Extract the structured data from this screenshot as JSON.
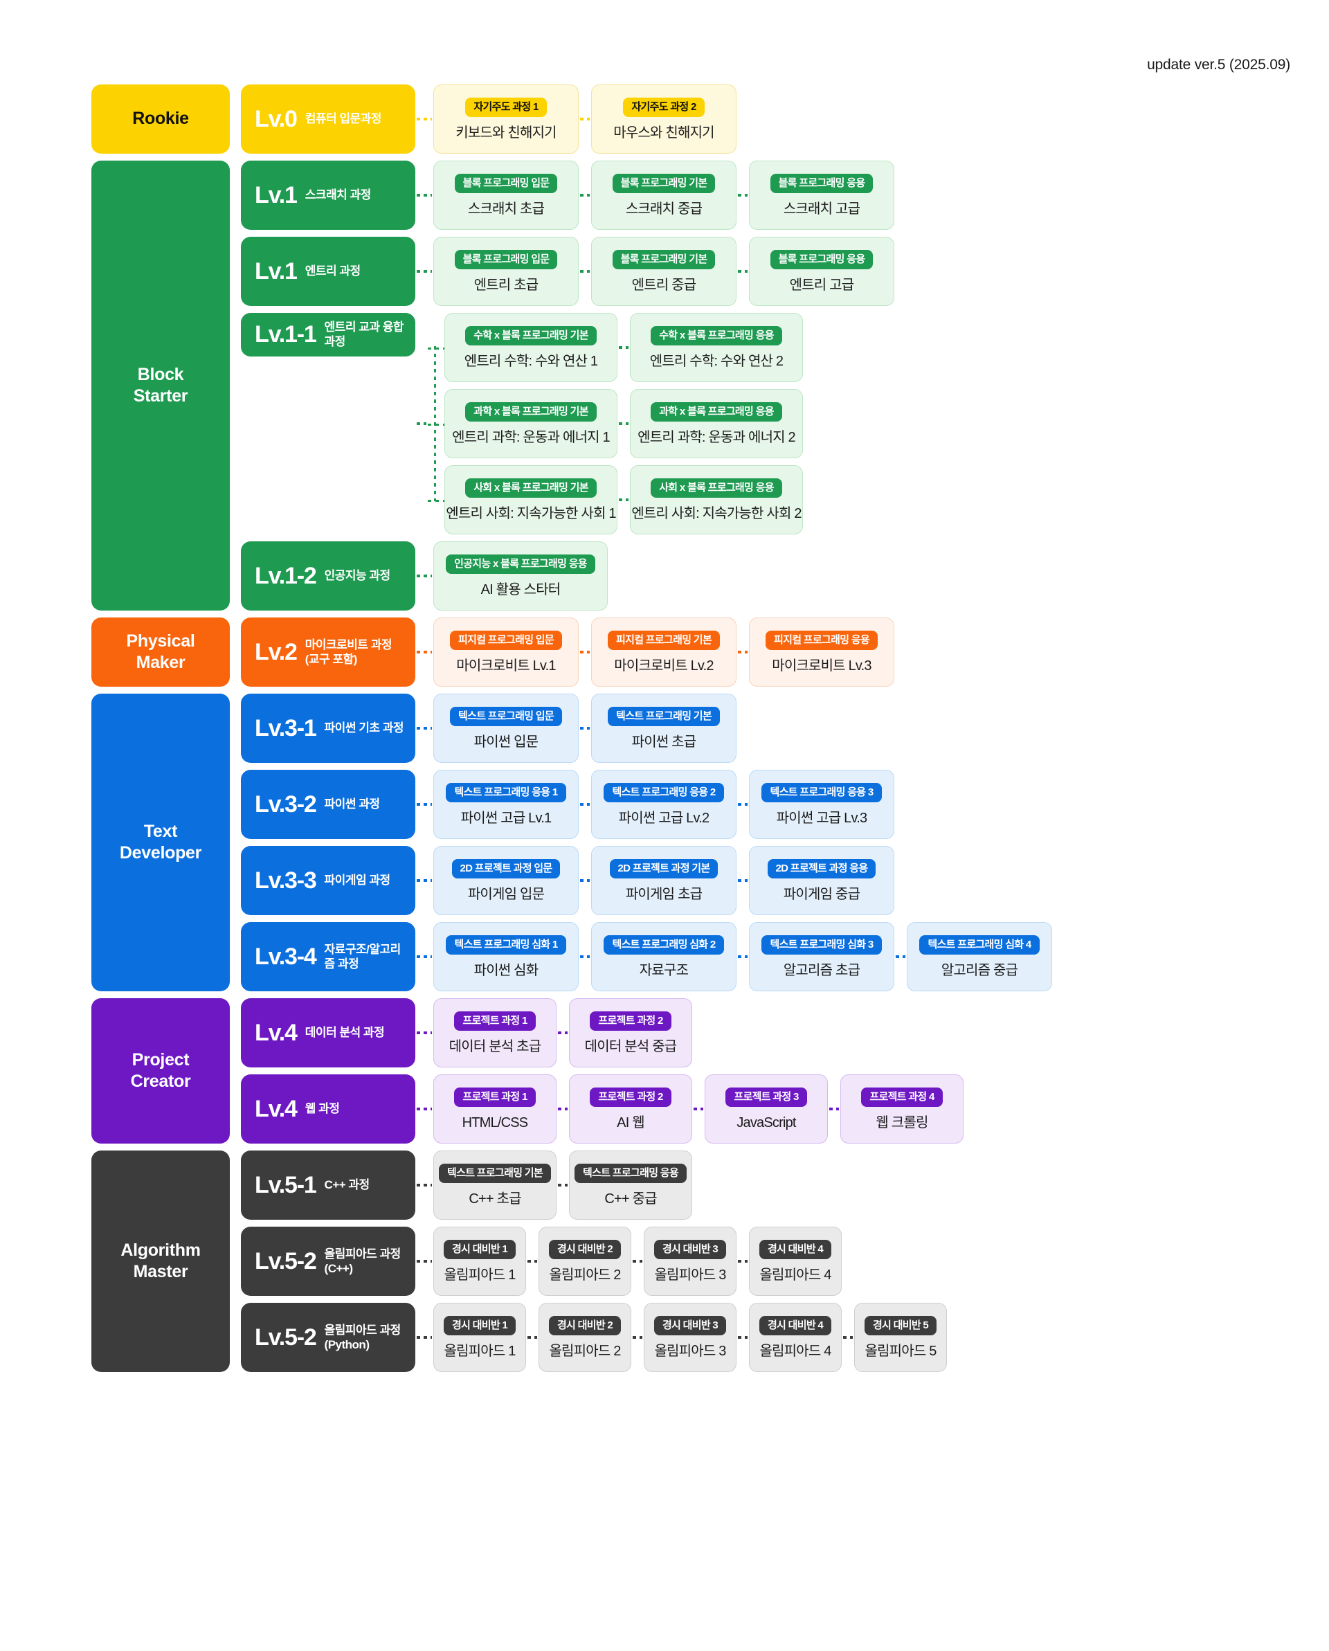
{
  "header": {
    "update_note": "update ver.5 (2025.09)"
  },
  "colors": {
    "rookie": "#FCD200",
    "rookie_soft_bg": "#FEF8DC",
    "rookie_soft_border": "#F7E39A",
    "block": "#1E9A51",
    "block_soft_bg": "#E6F6E9",
    "block_soft_border": "#BEE6C6",
    "physical": "#F8650C",
    "physical_soft_bg": "#FEF2EB",
    "physical_soft_border": "#FAD4BC",
    "text_dev": "#0B6FDE",
    "text_dev_soft_bg": "#E3F0FC",
    "text_dev_soft_border": "#BCD9F6",
    "project": "#6E18C4",
    "project_soft_bg": "#F1E6FA",
    "project_soft_border": "#D6BBF0",
    "algo": "#3C3C3C",
    "algo_soft_bg": "#EAEAEA",
    "algo_soft_border": "#CFCFCF"
  },
  "tracks": [
    {
      "id": "rookie",
      "category": "Rookie",
      "theme": "rookie",
      "rows": [
        {
          "level": "Lv.0",
          "name": "컴퓨터 입문과정",
          "card_width": "w-wide",
          "cards": [
            {
              "badge": "자기주도 과정 1",
              "title": "키보드와 친해지기"
            },
            {
              "badge": "자기주도 과정 2",
              "title": "마우스와 친해지기"
            }
          ]
        }
      ]
    },
    {
      "id": "block-starter",
      "category": "Block\nStarter",
      "theme": "block",
      "rows": [
        {
          "level": "Lv.1",
          "name": "스크래치 과정",
          "card_width": "w-wide",
          "cards": [
            {
              "badge": "블록 프로그래밍 입문",
              "title": "스크래치 초급"
            },
            {
              "badge": "블록 프로그래밍 기본",
              "title": "스크래치 중급"
            },
            {
              "badge": "블록 프로그래밍 응용",
              "title": "스크래치 고급"
            }
          ]
        },
        {
          "level": "Lv.1",
          "name": "엔트리 과정",
          "card_width": "w-wide",
          "cards": [
            {
              "badge": "블록 프로그래밍 입문",
              "title": "엔트리 초급"
            },
            {
              "badge": "블록 프로그래밍 기본",
              "title": "엔트리 중급"
            },
            {
              "badge": "블록 프로그래밍 응용",
              "title": "엔트리 고급"
            }
          ]
        },
        {
          "level": "Lv.1-1",
          "name": "엔트리 교과 융합 과정",
          "grouped": true,
          "groups": [
            {
              "cards": [
                {
                  "badge": "수학 x 블록 프로그래밍 기본",
                  "title": "엔트리 수학: 수와 연산 1"
                },
                {
                  "badge": "수학 x 블록 프로그래밍 응용",
                  "title": "엔트리 수학: 수와 연산 2"
                }
              ]
            },
            {
              "cards": [
                {
                  "badge": "과학 x 블록 프로그래밍 기본",
                  "title": "엔트리 과학: 운동과 에너지 1"
                },
                {
                  "badge": "과학 x 블록 프로그래밍 응용",
                  "title": "엔트리 과학: 운동과 에너지 2"
                }
              ]
            },
            {
              "cards": [
                {
                  "badge": "사회 x 블록 프로그래밍 기본",
                  "title": "엔트리 사회: 지속가능한 사회 1"
                },
                {
                  "badge": "사회 x 블록 프로그래밍 응용",
                  "title": "엔트리 사회: 지속가능한 사회 2"
                }
              ]
            }
          ]
        },
        {
          "level": "Lv.1-2",
          "name": "인공지능 과정",
          "card_width": "w-ai",
          "cards": [
            {
              "badge": "인공지능 x 블록 프로그래밍 응용",
              "title": "AI 활용 스타터"
            }
          ]
        }
      ]
    },
    {
      "id": "physical-maker",
      "category": "Physical\nMaker",
      "theme": "physical",
      "rows": [
        {
          "level": "Lv.2",
          "name": "마이크로비트 과정\n(교구 포함)",
          "card_width": "w-wide",
          "cards": [
            {
              "badge": "피지컬 프로그래밍 입문",
              "title": "마이크로비트 Lv.1"
            },
            {
              "badge": "피지컬 프로그래밍 기본",
              "title": "마이크로비트 Lv.2"
            },
            {
              "badge": "피지컬 프로그래밍 응용",
              "title": "마이크로비트 Lv.3"
            }
          ]
        }
      ]
    },
    {
      "id": "text-developer",
      "category": "Text\nDeveloper",
      "theme": "text_dev",
      "rows": [
        {
          "level": "Lv.3-1",
          "name": "파이썬 기초 과정",
          "card_width": "w-wide",
          "cards": [
            {
              "badge": "텍스트 프로그래밍 입문",
              "title": "파이썬 입문"
            },
            {
              "badge": "텍스트 프로그래밍 기본",
              "title": "파이썬 초급"
            }
          ]
        },
        {
          "level": "Lv.3-2",
          "name": "파이썬 과정",
          "card_width": "w-wide",
          "cards": [
            {
              "badge": "텍스트 프로그래밍 응용 1",
              "title": "파이썬 고급 Lv.1"
            },
            {
              "badge": "텍스트 프로그래밍 응용 2",
              "title": "파이썬 고급 Lv.2"
            },
            {
              "badge": "텍스트 프로그래밍 응용 3",
              "title": "파이썬 고급 Lv.3"
            }
          ]
        },
        {
          "level": "Lv.3-3",
          "name": "파이게임 과정",
          "card_width": "w-wide",
          "cards": [
            {
              "badge": "2D 프로젝트 과정 입문",
              "title": "파이게임 입문"
            },
            {
              "badge": "2D 프로젝트 과정 기본",
              "title": "파이게임 초급"
            },
            {
              "badge": "2D 프로젝트 과정 응용",
              "title": "파이게임 중급"
            }
          ]
        },
        {
          "level": "Lv.3-4",
          "name": "자료구조/알고리즘 과정",
          "card_width": "w-wide",
          "cards": [
            {
              "badge": "텍스트 프로그래밍 심화 1",
              "title": "파이썬 심화"
            },
            {
              "badge": "텍스트 프로그래밍 심화 2",
              "title": "자료구조"
            },
            {
              "badge": "텍스트 프로그래밍 심화 3",
              "title": "알고리즘 초급"
            },
            {
              "badge": "텍스트 프로그래밍 심화 4",
              "title": "알고리즘 중급"
            }
          ]
        }
      ]
    },
    {
      "id": "project-creator",
      "category": "Project\nCreator",
      "theme": "project",
      "rows": [
        {
          "level": "Lv.4",
          "name": "데이터 분석 과정",
          "card_width": "w-mid",
          "cards": [
            {
              "badge": "프로젝트 과정 1",
              "title": "데이터 분석 초급"
            },
            {
              "badge": "프로젝트 과정 2",
              "title": "데이터 분석 중급"
            }
          ]
        },
        {
          "level": "Lv.4",
          "name": "웹 과정",
          "card_width": "w-mid",
          "cards": [
            {
              "badge": "프로젝트 과정 1",
              "title": "HTML/CSS"
            },
            {
              "badge": "프로젝트 과정 2",
              "title": "AI 웹"
            },
            {
              "badge": "프로젝트 과정 3",
              "title": "JavaScript"
            },
            {
              "badge": "프로젝트 과정 4",
              "title": "웹 크롤링"
            }
          ]
        }
      ]
    },
    {
      "id": "algorithm-master",
      "category": "Algorithm\nMaster",
      "theme": "algo",
      "rows": [
        {
          "level": "Lv.5-1",
          "name": "C++ 과정",
          "card_width": "w-mid",
          "cards": [
            {
              "badge": "텍스트 프로그래밍 기본",
              "title": "C++ 초급"
            },
            {
              "badge": "텍스트 프로그래밍 응용",
              "title": "C++ 중급"
            }
          ]
        },
        {
          "level": "Lv.5-2",
          "name": "올림피아드 과정\n(C++)",
          "card_width": "w-nar",
          "cards": [
            {
              "badge": "경시 대비반 1",
              "title": "올림피아드 1"
            },
            {
              "badge": "경시 대비반 2",
              "title": "올림피아드 2"
            },
            {
              "badge": "경시 대비반 3",
              "title": "올림피아드 3"
            },
            {
              "badge": "경시 대비반 4",
              "title": "올림피아드 4"
            }
          ]
        },
        {
          "level": "Lv.5-2",
          "name": "올림피아드 과정\n(Python)",
          "card_width": "w-nar",
          "cards": [
            {
              "badge": "경시 대비반 1",
              "title": "올림피아드 1"
            },
            {
              "badge": "경시 대비반 2",
              "title": "올림피아드 2"
            },
            {
              "badge": "경시 대비반 3",
              "title": "올림피아드 3"
            },
            {
              "badge": "경시 대비반 4",
              "title": "올림피아드 4"
            },
            {
              "badge": "경시 대비반 5",
              "title": "올림피아드 5"
            }
          ]
        }
      ]
    }
  ]
}
